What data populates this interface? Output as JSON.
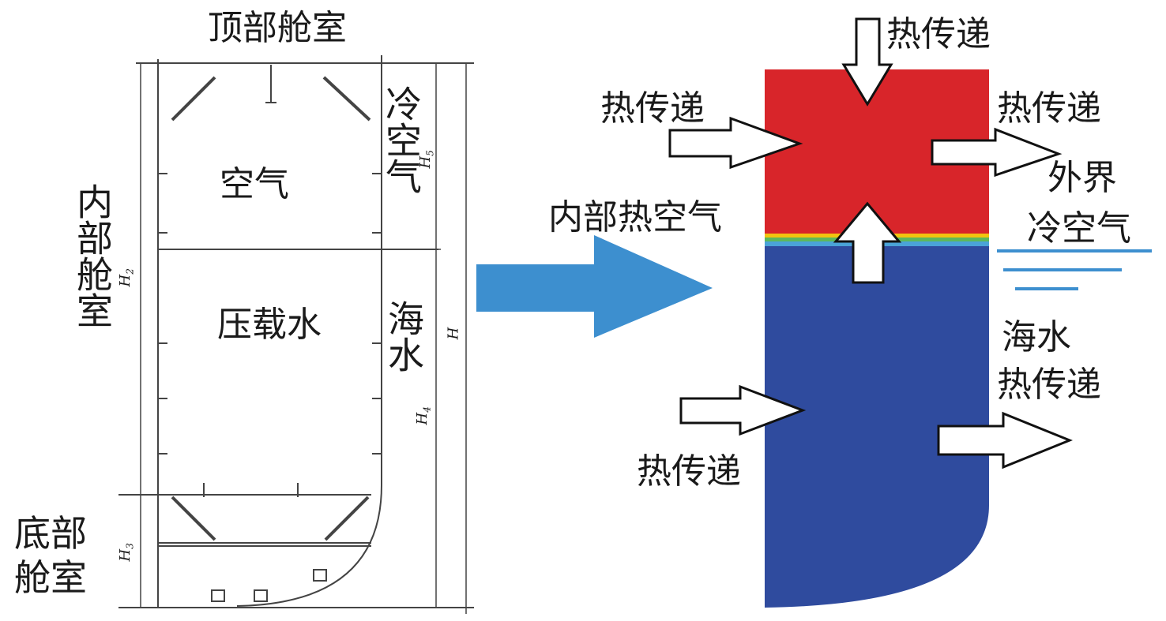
{
  "left_diagram": {
    "top_compartment": "顶部舱室",
    "inner_compartment": "内部舱室",
    "bottom_compartment": "底部舱室",
    "air": "空气",
    "ballast_water": "压载水",
    "cold_air": "冷空气",
    "seawater": "海水",
    "dims": {
      "H": "H",
      "H2": "H",
      "H2_sub": "2",
      "H3": "H",
      "H3_sub": "3",
      "H4": "H",
      "H4_sub": "4",
      "H5": "H",
      "H5_sub": "5"
    }
  },
  "right_diagram": {
    "heat_transfer_top": "热传递",
    "heat_transfer_left_upper": "热传递",
    "heat_transfer_right_upper": "热传递",
    "heat_transfer_left_lower": "热传递",
    "internal_hot_air": "内部热空气",
    "external_line1": "外界",
    "external_line2": "冷空气",
    "seawater_line1": "海水",
    "seawater_line2": "热传递"
  },
  "colors": {
    "hot": "#d8252a",
    "cold": "#2f4b9e",
    "arrow": "#3d8fcf"
  }
}
